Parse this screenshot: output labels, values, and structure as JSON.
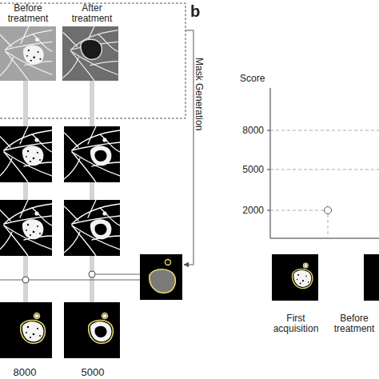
{
  "diagram": {
    "nodes": [
      {
        "text": [
          "Before treatment"
        ]
      },
      {
        "text": [
          "After treatment"
        ]
      },
      {
        "text": [
          "8000"
        ]
      },
      {
        "text": [
          "5000"
        ]
      },
      {
        "text": [
          "First acquisition"
        ]
      },
      {
        "text": [
          "Before treatment"
        ]
      }
    ],
    "labels": [
      "b",
      "Mask Generation",
      "Score",
      "8000",
      "5000",
      "2000"
    ]
  }
}
